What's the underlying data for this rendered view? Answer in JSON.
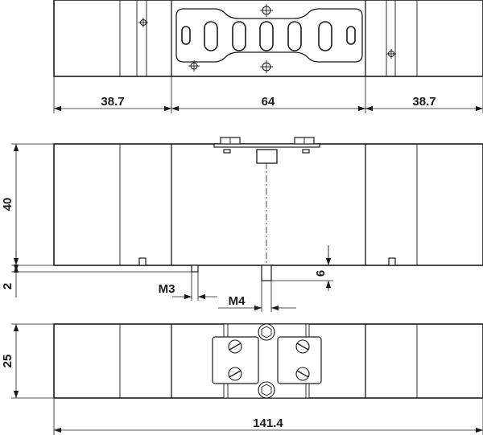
{
  "dimensions": {
    "left_section_width": "38.7",
    "center_section_width": "64",
    "right_section_width": "38.7",
    "body_height": "40",
    "stud_projection": "2",
    "thread_m3": "M3",
    "thread_m4": "M4",
    "pin_height": "6",
    "body_depth": "25",
    "total_length": "141.4"
  }
}
